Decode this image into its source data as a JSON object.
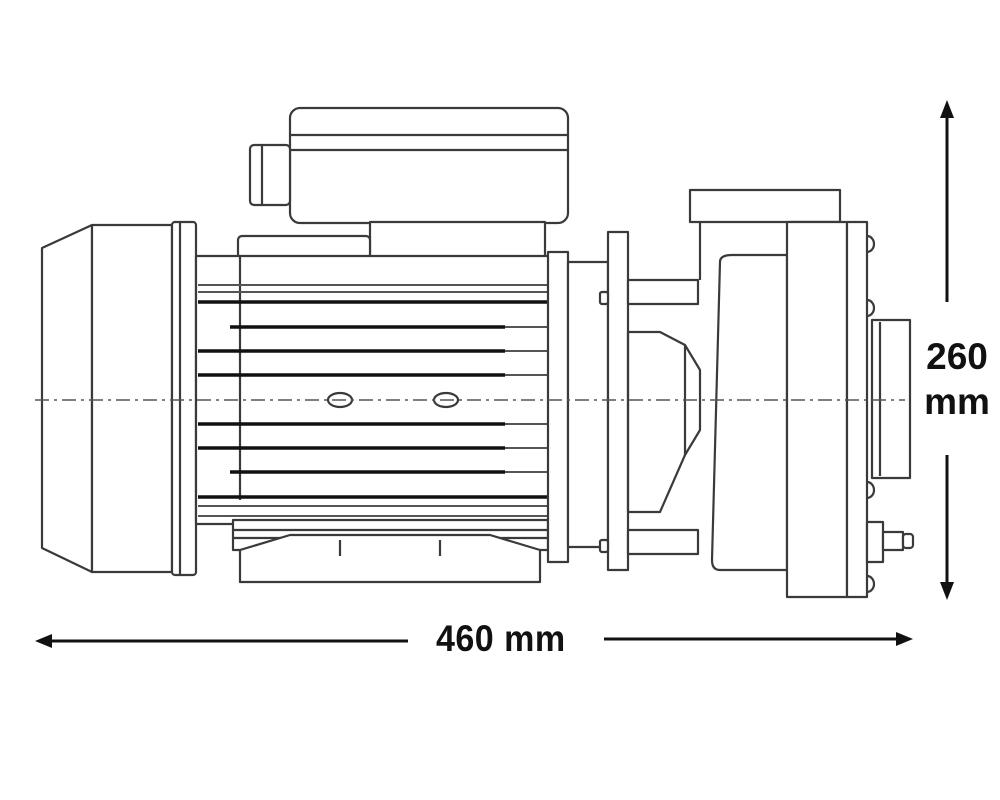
{
  "diagram": {
    "subject": "Spa pump side elevation (motor, terminal box, wet end)",
    "line_color": "#3a3a3a",
    "dimension_color": "#111111",
    "background": "#ffffff"
  },
  "dimensions": {
    "width": {
      "value": "460",
      "unit": "mm",
      "label": "460 mm",
      "orientation": "horizontal"
    },
    "height": {
      "value": "260",
      "unit": "mm",
      "orientation": "vertical"
    }
  },
  "parts": [
    {
      "id": "fan-cover",
      "name": "Motor fan cover"
    },
    {
      "id": "motor-body",
      "name": "Finned motor housing"
    },
    {
      "id": "terminal-box",
      "name": "Terminal box with cable gland"
    },
    {
      "id": "adapter-bracket",
      "name": "Adapter bracket / seal plate"
    },
    {
      "id": "pump-volute",
      "name": "Pump volute / wet end"
    },
    {
      "id": "suction-port",
      "name": "Suction port"
    },
    {
      "id": "discharge-port",
      "name": "Top discharge port"
    },
    {
      "id": "drain-plug",
      "name": "Drain plug"
    },
    {
      "id": "mounting-foot",
      "name": "Mounting foot"
    }
  ]
}
